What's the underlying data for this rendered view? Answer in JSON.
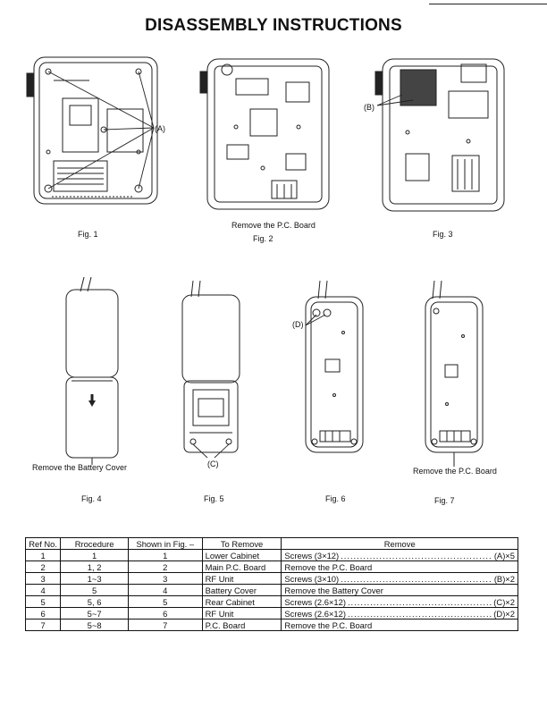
{
  "page": {
    "title": "DISASSEMBLY INSTRUCTIONS"
  },
  "figures": {
    "fig1": {
      "caption": "Fig. 1",
      "callout": "(A)"
    },
    "fig2": {
      "caption": "Fig. 2",
      "note": "Remove the P.C. Board"
    },
    "fig3": {
      "caption": "Fig. 3",
      "callout": "(B)"
    },
    "fig4": {
      "caption": "Fig. 4",
      "note": "Remove the Battery Cover"
    },
    "fig5": {
      "caption": "Fig. 5",
      "callout": "(C)"
    },
    "fig6": {
      "caption": "Fig. 6",
      "callout": "(D)"
    },
    "fig7": {
      "caption": "Fig. 7",
      "note": "Remove the P.C. Board"
    }
  },
  "table": {
    "headers": [
      "Ref No.",
      "Rrocedure",
      "Shown in Fig. –",
      "To Remove",
      "Remove"
    ],
    "rows": [
      {
        "ref": "1",
        "procedure": "1",
        "fig": "1",
        "to_remove": "Lower Cabinet",
        "remove": "Screws (3×12)",
        "qty": "(A)×5"
      },
      {
        "ref": "2",
        "procedure": "1, 2",
        "fig": "2",
        "to_remove": "Main P.C. Board",
        "remove": "Remove the P.C. Board",
        "qty": ""
      },
      {
        "ref": "3",
        "procedure": "1~3",
        "fig": "3",
        "to_remove": "RF Unit",
        "remove": "Screws (3×10)",
        "qty": "(B)×2"
      },
      {
        "ref": "4",
        "procedure": "5",
        "fig": "4",
        "to_remove": "Battery Cover",
        "remove": "Remove the Battery Cover",
        "qty": ""
      },
      {
        "ref": "5",
        "procedure": "5, 6",
        "fig": "5",
        "to_remove": "Rear Cabinet",
        "remove": "Screws (2.6×12)",
        "qty": "(C)×2"
      },
      {
        "ref": "6",
        "procedure": "5~7",
        "fig": "6",
        "to_remove": "RF Unit",
        "remove": "Screws (2.6×12)",
        "qty": "(D)×2"
      },
      {
        "ref": "7",
        "procedure": "5~8",
        "fig": "7",
        "to_remove": "P.C. Board",
        "remove": "Remove the P.C. Board",
        "qty": ""
      }
    ]
  }
}
